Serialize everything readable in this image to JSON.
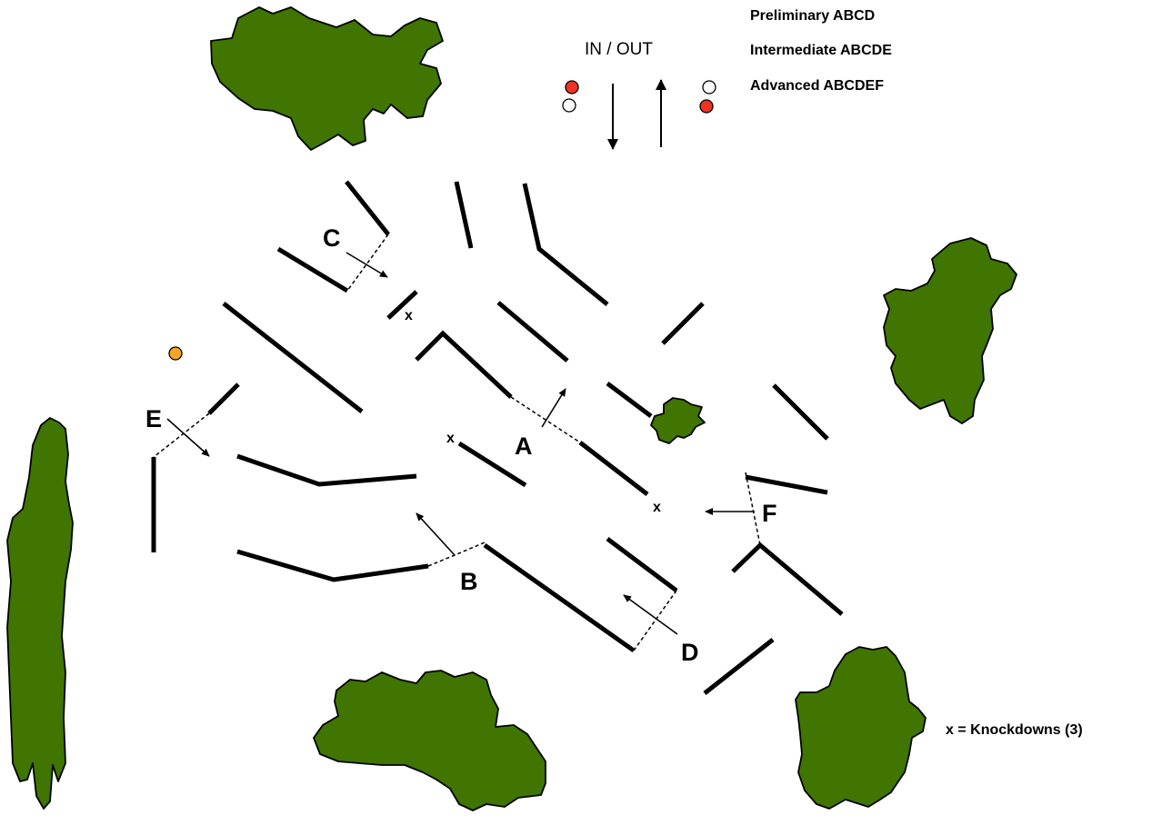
{
  "legend": {
    "in_out": "IN / OUT",
    "preliminary": "Preliminary ABCD",
    "intermediate": "Intermediate ABCDE",
    "advanced": "Advanced ABCDEF",
    "knockdowns": "x =  Knockdowns (3)"
  },
  "markers": {
    "red": "#ee3322",
    "white": "#ffffff",
    "orange": "#f5a623"
  },
  "colors": {
    "bush": "#3f7500"
  },
  "entries": {
    "a": "A",
    "b": "B",
    "c": "C",
    "d": "D",
    "e": "E",
    "f": "F"
  },
  "knockdown_symbol": "x"
}
